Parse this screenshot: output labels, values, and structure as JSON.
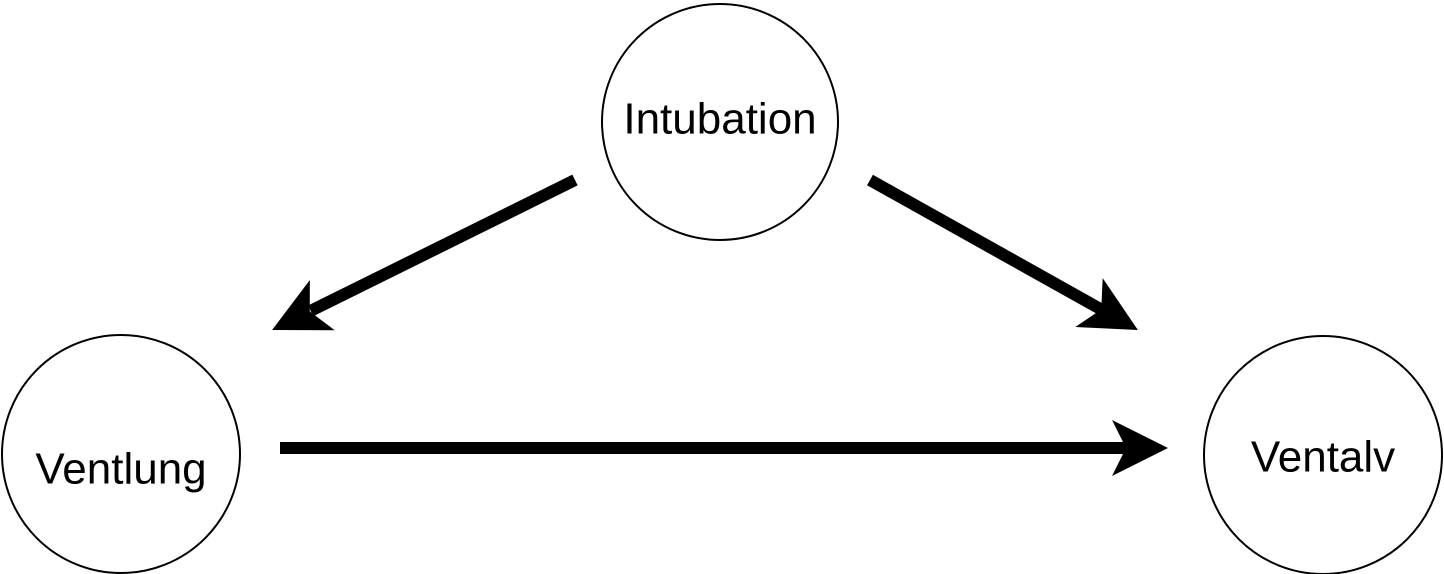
{
  "nodes": {
    "intubation": {
      "label": "Intubation"
    },
    "ventlung": {
      "label": "Ventlung"
    },
    "ventalv": {
      "label": "Ventalv"
    }
  },
  "edges": [
    {
      "from": "Intubation",
      "to": "Ventlung"
    },
    {
      "from": "Intubation",
      "to": "Ventalv"
    },
    {
      "from": "Ventlung",
      "to": "Ventalv"
    }
  ],
  "colors": {
    "stroke": "#000000",
    "background": "#ffffff"
  }
}
